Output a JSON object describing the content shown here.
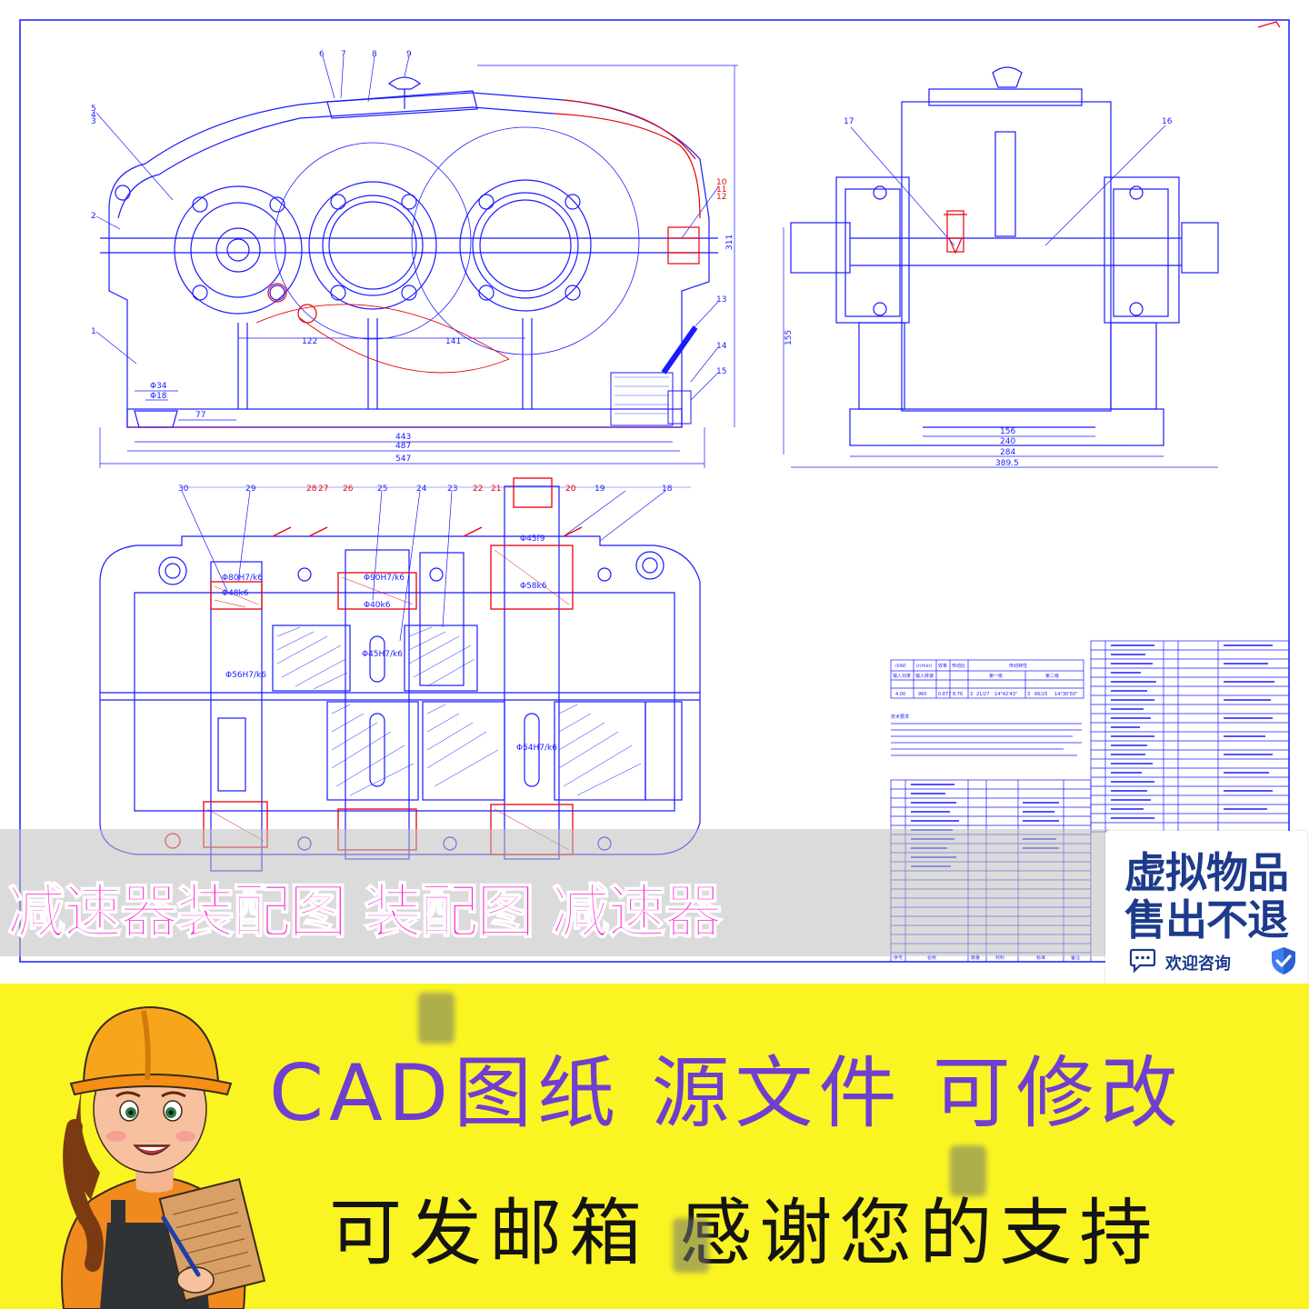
{
  "drawing": {
    "front_view": {
      "part_numbers": [
        "6",
        "7",
        "8",
        "9",
        "5",
        "4",
        "3",
        "2",
        "1",
        "10",
        "11",
        "12",
        "13",
        "14",
        "15"
      ],
      "dimensions": [
        "122",
        "141",
        "311",
        "77",
        "443",
        "487",
        "547"
      ],
      "diameter_labels": [
        "Φ34",
        "Φ18"
      ]
    },
    "side_view": {
      "part_numbers": [
        "17",
        "16"
      ],
      "dimensions": [
        "155",
        "156",
        "240",
        "284",
        "389.5"
      ]
    },
    "top_view": {
      "part_numbers": [
        "30",
        "29",
        "28",
        "27",
        "26",
        "25",
        "24",
        "23",
        "22",
        "21",
        "20",
        "19",
        "18"
      ],
      "fit_labels": [
        "Φ80H7/k6",
        "Φ48k6",
        "Φ56H7/k6",
        "Φ90H7/k6",
        "Φ40k6",
        "Φ45H7/k6",
        "Φ45f9",
        "Φ58k6",
        "Φ54H7/k6"
      ]
    },
    "spec_table": {
      "headers": [
        "(kW)",
        "(r/min)",
        "效率",
        "传动比",
        "传动特性"
      ],
      "sub_headers": [
        "输入功率",
        "输入转速",
        "第一级",
        "第二级"
      ],
      "values": [
        "4.00",
        "960",
        "0.877",
        "8.76",
        "3",
        "21/27",
        "14°42'43\"",
        "3",
        "66/25",
        "14°30'50\""
      ]
    },
    "tech_requirements_title": "技术要求",
    "parts_list_header": [
      "序号",
      "名称",
      "数量",
      "材料",
      "标准",
      "备注"
    ]
  },
  "overlay_title": "减速器装配图 装配图 减速器",
  "badge": {
    "line1": "虚拟物品",
    "line2": "售出不退",
    "chat_label": "欢迎咨询"
  },
  "banner": {
    "line1": "CAD图纸 源文件 可修改",
    "line2": "可发邮箱 感谢您的支持"
  },
  "colors": {
    "drawing_blue": "#1a1aff",
    "drawing_red": "#e8000a",
    "banner_yellow": "#fbf423",
    "title_magenta": "#ff1fd2",
    "line1_purple": "#6f3fcf",
    "badge_navy": "#1d3b8c"
  }
}
